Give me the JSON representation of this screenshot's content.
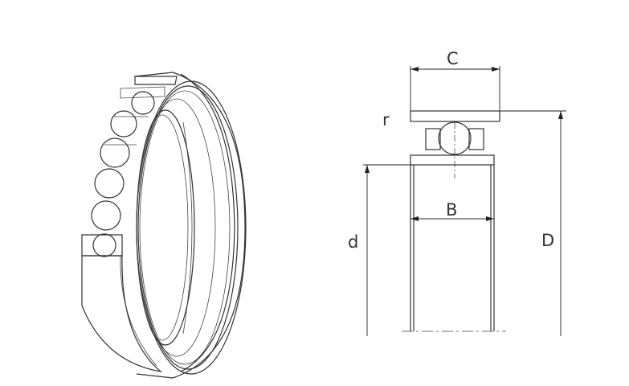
{
  "labels": {
    "c": "C",
    "r": "r",
    "b": "B",
    "d": "d",
    "outer_d": "D"
  },
  "icons": {
    "isometric": "bearing-isometric-icon",
    "section": "bearing-cross-section-icon"
  },
  "colors": {
    "line": "#333333",
    "background": "#ffffff"
  }
}
